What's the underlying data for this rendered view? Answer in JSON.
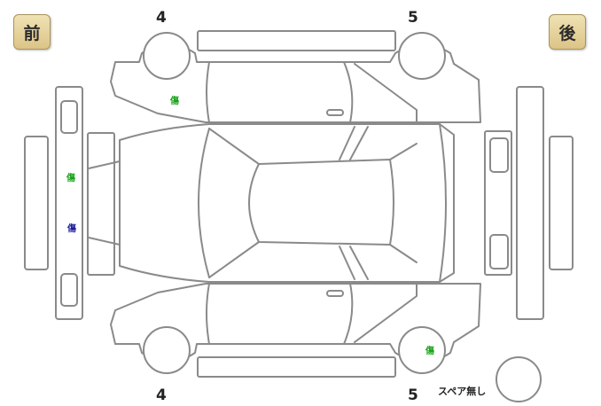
{
  "labels": {
    "front": "前",
    "rear": "後",
    "wheel_top_left": "4",
    "wheel_top_right": "5",
    "wheel_bottom_left": "4",
    "wheel_bottom_right": "5",
    "spare_tire": "スペア無し"
  },
  "damage_marks": [
    {
      "text": "傷",
      "color": "#1aa31a"
    },
    {
      "text": "傷",
      "color": "#1aa31a"
    },
    {
      "text": "傷",
      "color": "#1c1c9a"
    },
    {
      "text": "傷",
      "color": "#1aa31a"
    }
  ],
  "colors": {
    "outline": "#8a8a8a",
    "badge_fill": "#e8d6a0",
    "badge_border": "#a8935a"
  }
}
